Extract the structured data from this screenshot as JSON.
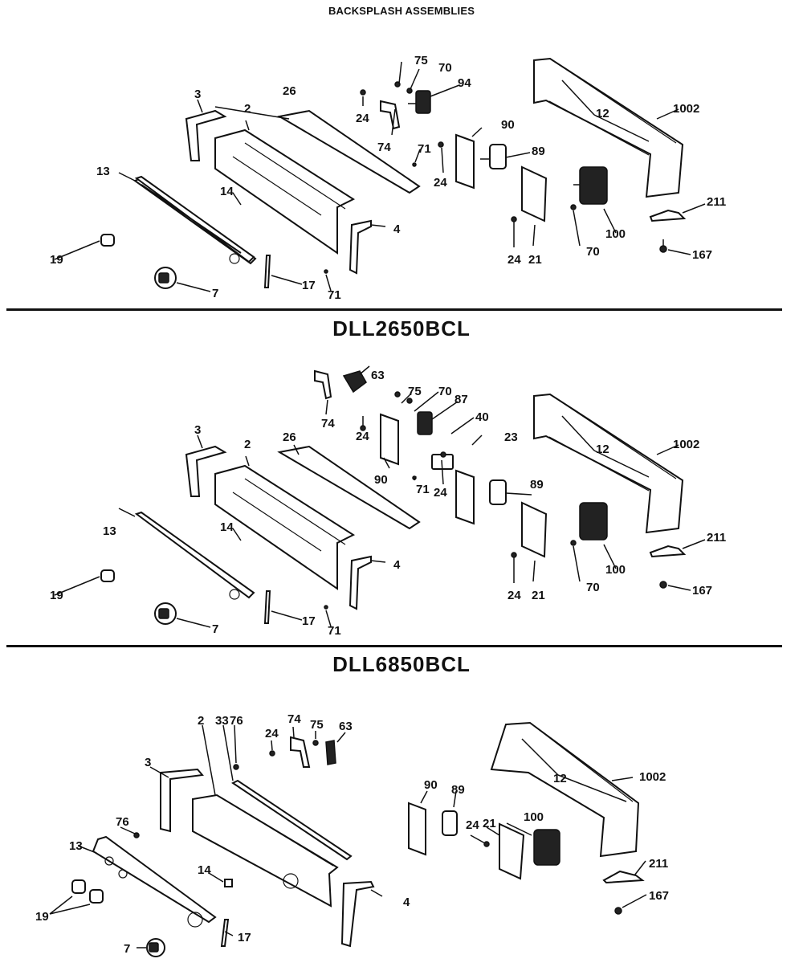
{
  "page_title": "BACKSPLASH ASSEMBLIES",
  "sections": [
    {
      "model": "",
      "callouts": [
        "3",
        "26",
        "2",
        "24",
        "74",
        "75",
        "70",
        "94",
        "71",
        "24",
        "90",
        "89",
        "12",
        "1002",
        "13",
        "14",
        "4",
        "21",
        "24",
        "70",
        "100",
        "211",
        "19",
        "7",
        "17",
        "71",
        "167"
      ]
    },
    {
      "model": "DLL2650BCL",
      "callouts": [
        "63",
        "75",
        "70",
        "87",
        "74",
        "24",
        "90",
        "40",
        "23",
        "89",
        "26",
        "3",
        "2",
        "71",
        "24",
        "12",
        "1002",
        "13",
        "14",
        "4",
        "21",
        "24",
        "70",
        "100",
        "211",
        "19",
        "7",
        "17",
        "71",
        "167"
      ]
    },
    {
      "model": "DLL6850BCL",
      "callouts": [
        "2",
        "33",
        "76",
        "24",
        "74",
        "75",
        "63",
        "3",
        "90",
        "89",
        "24",
        "21",
        "100",
        "12",
        "1002",
        "76",
        "13",
        "14",
        "4",
        "211",
        "19",
        "7",
        "17",
        "167"
      ]
    }
  ]
}
